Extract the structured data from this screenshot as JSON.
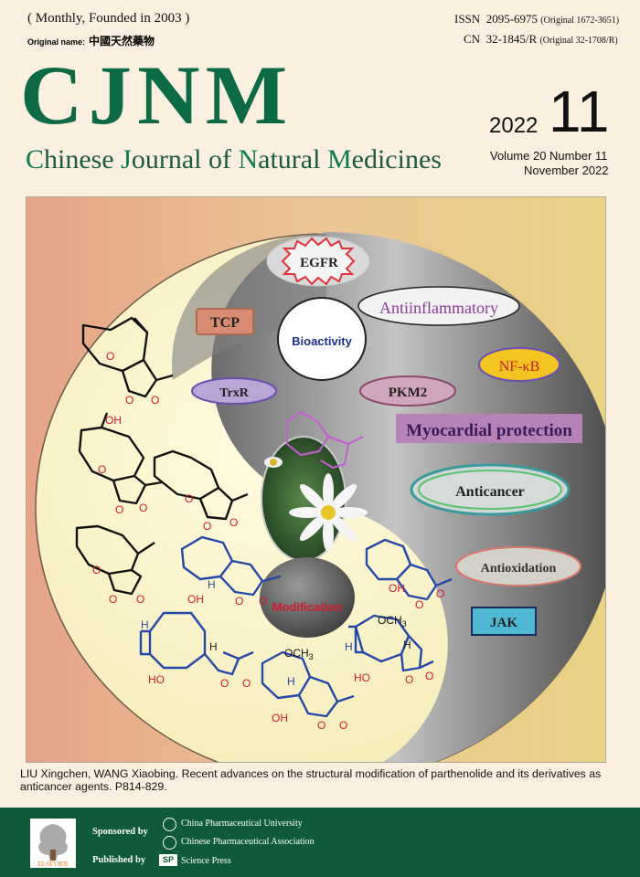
{
  "header": {
    "frequency": "( Monthly, Founded in 2003 )",
    "original_name_label": "Original name:",
    "original_name_cn": "中國天然藥物",
    "issn_label": "ISSN",
    "issn": "2095-6975",
    "issn_original": "(Original 1672-3651)",
    "cn_label": "CN",
    "cn": "32-1845/R",
    "cn_original": "(Original 32-1708/R)",
    "logo": "CJNM",
    "journal_name_parts": [
      "C",
      "hinese ",
      "J",
      "ournal of ",
      "N",
      "atural ",
      "M",
      "edicines"
    ],
    "year": "2022",
    "issue_number": "11",
    "volume_line": "Volume 20   Number 11",
    "month_line": "November  2022"
  },
  "cover_art": {
    "labels": {
      "egfr": "EGFR",
      "antiinflammatory": "Antiinflammatory",
      "tcp": "TCP",
      "bioactivity": "Bioactivity",
      "nfkb": "NF-κB",
      "trxr": "TrxR",
      "pkm2": "PKM2",
      "myocardial": "Myocardial protection",
      "anticancer": "Anticancer",
      "antioxidation": "Antioxidation",
      "jak": "JAK",
      "modification": "Modification"
    },
    "chem_labels": {
      "oh": "OH",
      "och3": "OCH",
      "sub3": "3",
      "h": "H",
      "o": "O",
      "ho": "HO"
    }
  },
  "citation": "LIU Xingchen, WANG Xiaobing. Recent advances on the structural modification of parthenolide and its derivatives as anticancer agents. P814-829.",
  "footer": {
    "sponsored_label": "Sponsored by",
    "published_label": "Published by",
    "sponsor_1": "China Pharmaceutical University",
    "sponsor_2": "Chinese Pharmaceutical Association",
    "publisher": "Science Press",
    "publisher_logo_text": "SP",
    "elsevier": "ELSEVIER"
  },
  "colors": {
    "brand_green": "#0c6b45",
    "footer_green": "#0f5a39"
  }
}
